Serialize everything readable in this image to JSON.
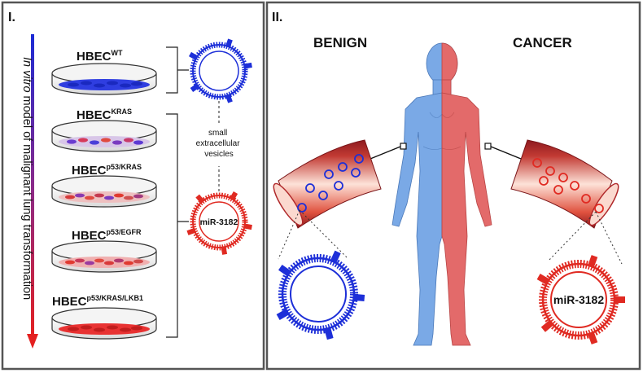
{
  "panel_left": {
    "label": "I.",
    "axis_label_italic": "In vitro",
    "axis_label_rest": " model of malignant lung transformation",
    "conditions": [
      {
        "base": "HBEC",
        "sup": "WT"
      },
      {
        "base": "HBEC",
        "sup": "KRAS"
      },
      {
        "base": "HBEC",
        "sup": "p53/KRAS"
      },
      {
        "base": "HBEC",
        "sup": "p53/EGFR"
      },
      {
        "base": "HBEC",
        "sup": "p53/KRAS/LKB1"
      }
    ],
    "vesicle_caption": [
      "small",
      "extracellular",
      "vesicles"
    ],
    "vesicle_mirna_label": "miR-3182"
  },
  "panel_right": {
    "label": "II.",
    "benign_label": "BENIGN",
    "cancer_label": "CANCER",
    "vesicle_mirna_label": "miR-3182"
  },
  "colors": {
    "benign_blue": "#1d2fd8",
    "cancer_red": "#e02a22",
    "body_blue": "#7aa9e6",
    "body_red": "#e36a6a",
    "vessel_dark": "#8e1a1f"
  }
}
